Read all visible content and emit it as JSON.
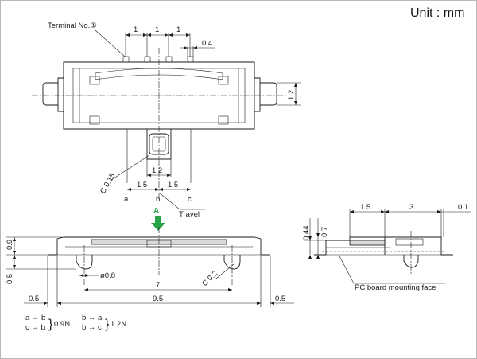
{
  "unit_label": "Unit : mm",
  "labels": {
    "terminal": "Terminal No.①",
    "travel": "Travel",
    "pcb_face": "PC board mounting face",
    "direction_a": "A"
  },
  "positions": {
    "a": "a",
    "b": "b",
    "c": "c"
  },
  "dimensions": {
    "pitch_1a": "1",
    "pitch_1b": "1",
    "pitch_1c": "1",
    "pin_width": "0.4",
    "height_right": "1.2",
    "knob_width": "1.2",
    "chamfer_015": "C 0.15",
    "travel_left": "1.5",
    "travel_right": "1.5",
    "side_09": "0.9",
    "side_05": "0.5",
    "hole_dia": "ø0.8",
    "pitch_7": "7",
    "chamfer_02": "C 0.2",
    "length_95": "9.5",
    "margin_left": "0.5",
    "margin_right": "0.5",
    "side_15": "1.5",
    "side_3": "3",
    "side_01": "0.1",
    "side_044": "0.44",
    "side_07": "0.7"
  },
  "force_spec": {
    "left_line1": "a → b",
    "left_line2": "c → b",
    "left_value": "0.9N",
    "right_line1": "b → a",
    "right_line2": "b → c",
    "right_value": "1.2N"
  }
}
